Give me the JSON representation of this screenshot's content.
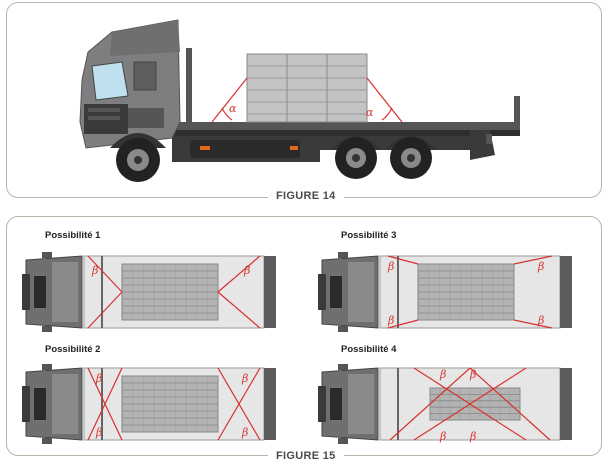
{
  "figures": {
    "fig14": {
      "label": "FIGURE 14",
      "angle_symbol": "α"
    },
    "fig15": {
      "label": "FIGURE 15",
      "angle_symbol": "β"
    }
  },
  "possibilities": [
    {
      "label": "Possibilité 1"
    },
    {
      "label": "Possibilité 2"
    },
    {
      "label": "Possibilité 3"
    },
    {
      "label": "Possibilité 4"
    }
  ],
  "colors": {
    "truck_body": "#7e7e80",
    "truck_dark": "#3a3a3c",
    "cargo": "#b3b3b3",
    "strap": "#d8322d",
    "frame": "#b9b4a5"
  }
}
